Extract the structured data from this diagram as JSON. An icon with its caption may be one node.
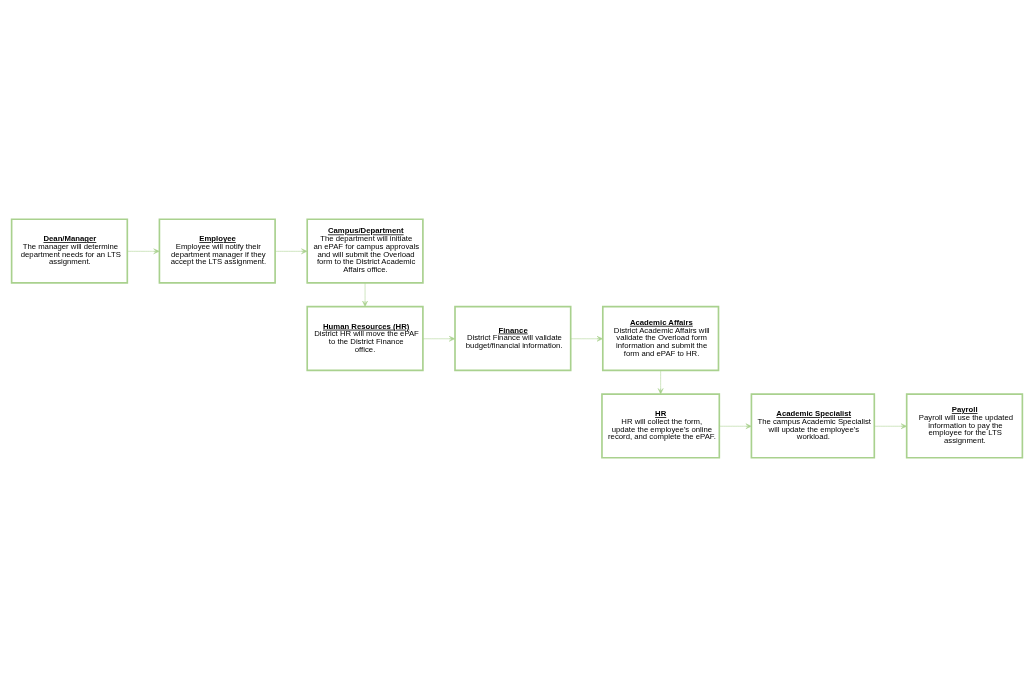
{
  "diagram": {
    "nodes": [
      {
        "text": [
          "Dean/Manager",
          "The manager will determine department needs for an LTS assignment."
        ]
      },
      {
        "text": [
          "Employee",
          "Employee will notify their department manager if they accept the LTS assignment."
        ]
      },
      {
        "text": [
          "Campus/Department",
          "The department will initiate an ePAF for campus approvals and will submit the Overload form to the District Academic Affairs office."
        ]
      },
      {
        "text": [
          "Human Resources (HR)",
          "District HR will move the ePAF to the District Finance office."
        ]
      },
      {
        "text": [
          "Finance",
          "District Finance will validate budget/financial information."
        ]
      },
      {
        "text": [
          "Academic Affairs",
          "District Academic Affairs will validate the Overload form information and submit the form and ePAF to HR."
        ]
      },
      {
        "text": [
          "HR",
          "HR will collect the form, update the employee's online record, and complete the ePAF."
        ]
      },
      {
        "text": [
          "Academic Specialist",
          "The campus Academic Specialist will update the employee's workload."
        ]
      },
      {
        "text": [
          "Payroll",
          "Payroll will use the updated information to pay the employee for the LTS assignment."
        ]
      }
    ],
    "edges": [
      {
        "from": 0,
        "to": 1,
        "arrow": "to"
      },
      {
        "from": 1,
        "to": 2,
        "arrow": "to"
      },
      {
        "from": 2,
        "to": 3,
        "arrow": "to"
      },
      {
        "from": 3,
        "to": 4,
        "arrow": "to"
      },
      {
        "from": 4,
        "to": 5,
        "arrow": "to"
      },
      {
        "from": 5,
        "to": 6,
        "arrow": "to"
      },
      {
        "from": 6,
        "to": 7,
        "arrow": "to"
      },
      {
        "from": 7,
        "to": 8,
        "arrow": "to"
      }
    ]
  }
}
